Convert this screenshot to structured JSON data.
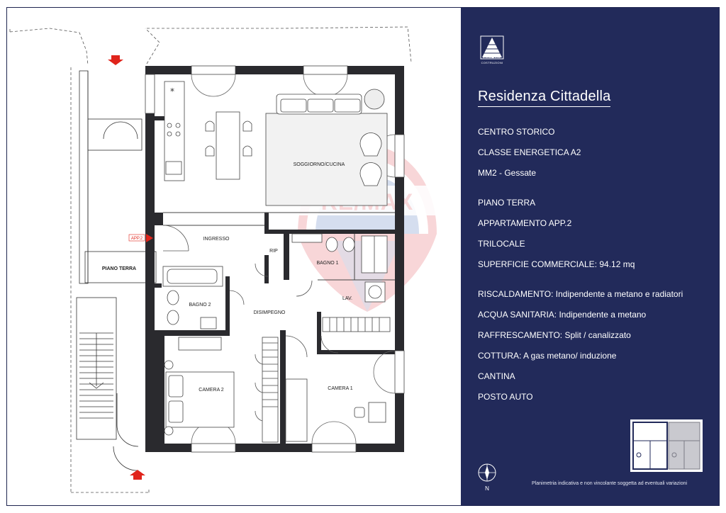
{
  "brand": {
    "name": "ANDRI",
    "subtitle": "COSTRUZIONI"
  },
  "title": "Residenza Cittadella",
  "info": {
    "zone": "CENTRO STORICO",
    "energy_class": "CLASSE ENERGETICA A2",
    "metro": "MM2 - Gessate",
    "floor": "PIANO TERRA",
    "apartment": "APPARTAMENTO APP.2",
    "rooms": "TRILOCALE",
    "surface": "SUPERFICIE COMMERCIALE: 94.12 mq",
    "heating": "RISCALDAMENTO: Indipendente a metano e radiatori",
    "water": "ACQUA SANITARIA: Indipendente a metano",
    "cooling": "RAFFRESCAMENTO: Split / canalizzato",
    "cooking": "COTTURA: A gas metano/ induzione",
    "cellar": "CANTINA",
    "parking": "POSTO AUTO"
  },
  "plan": {
    "rooms": {
      "living": "SOGGIORNO/CUCINA",
      "entrance": "INGRESSO",
      "storage": "RIP",
      "bath1": "BAGNO 1",
      "laundry": "LAV.",
      "bath2": "BAGNO 2",
      "hallway": "DISIMPEGNO",
      "bedroom2": "CAMERA 2",
      "bedroom1": "CAMERA 1"
    },
    "floor_label": "PIANO TERRA",
    "apt_tag": "APP.2",
    "watermark": "RE/MAX"
  },
  "disclaimer": "Planimetria indicativa e non vincolante soggetta ad eventuali variazioni",
  "colors": {
    "panel": "#222a5a",
    "wall": "#2a2a2e",
    "arrow": "#e0241b",
    "watermark_blue": "#1f4fa8",
    "watermark_red": "#d9252b"
  }
}
